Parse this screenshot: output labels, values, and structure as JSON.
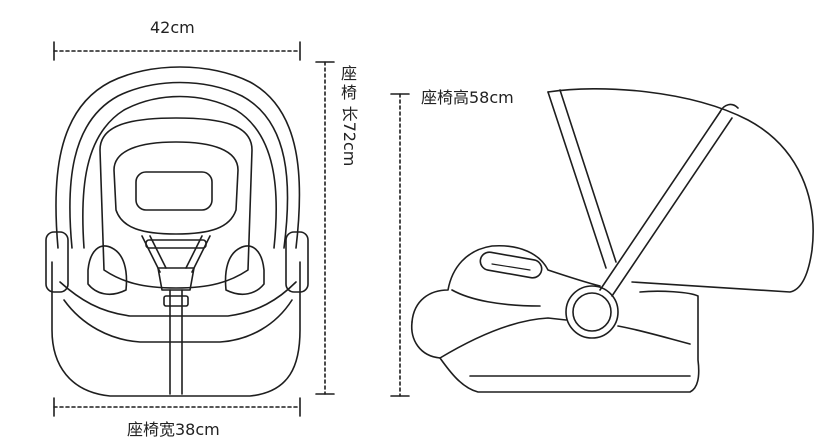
{
  "dimensions": {
    "top_width": "42cm",
    "bottom_width": "座椅宽38cm",
    "side_height": "座椅高58cm",
    "length_prefix_1": "座",
    "length_prefix_2": "椅",
    "length_suffix": "长72cm"
  },
  "colors": {
    "line": "#1e1e1e",
    "dim_line": "#333333",
    "background": "#ffffff"
  }
}
